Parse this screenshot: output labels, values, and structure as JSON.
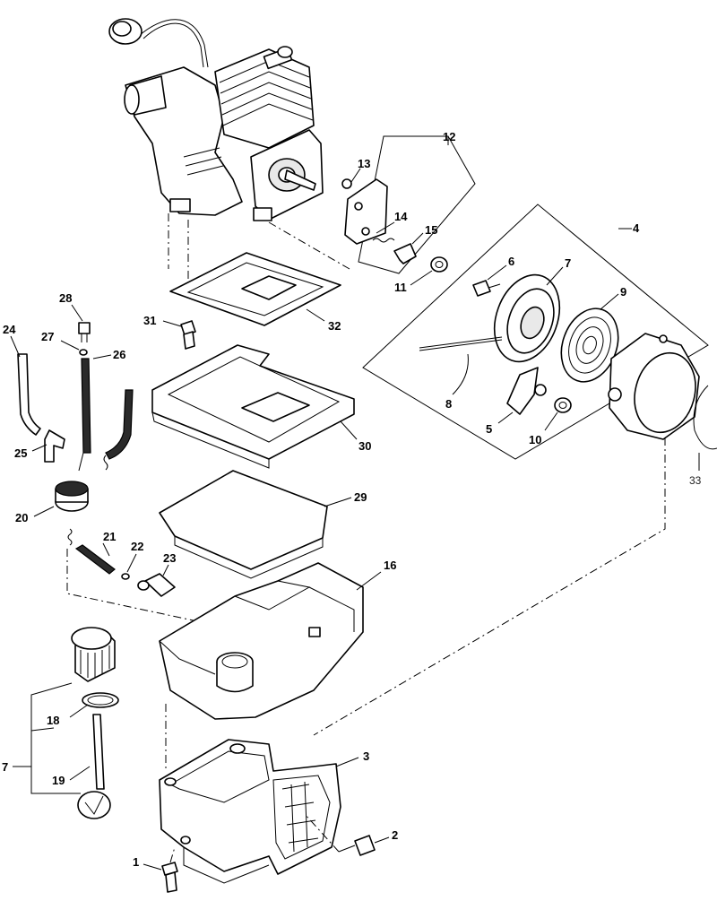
{
  "labels": {
    "p1": "1",
    "p2": "2",
    "p3": "3",
    "p4": "4",
    "p5": "5",
    "p6": "6",
    "p7": "7",
    "p8": "8",
    "p9": "9",
    "p10": "10",
    "p11": "11",
    "p12": "12",
    "p13": "13",
    "p14": "14",
    "p15": "15",
    "p16": "16",
    "p18": "18",
    "p19": "19",
    "p20": "20",
    "p21": "21",
    "p22": "22",
    "p23": "23",
    "p24": "24",
    "p25": "25",
    "p26": "26",
    "p27": "27",
    "p28": "28",
    "p29": "29",
    "p30": "30",
    "p31": "31",
    "p32": "32",
    "p33": "33"
  }
}
